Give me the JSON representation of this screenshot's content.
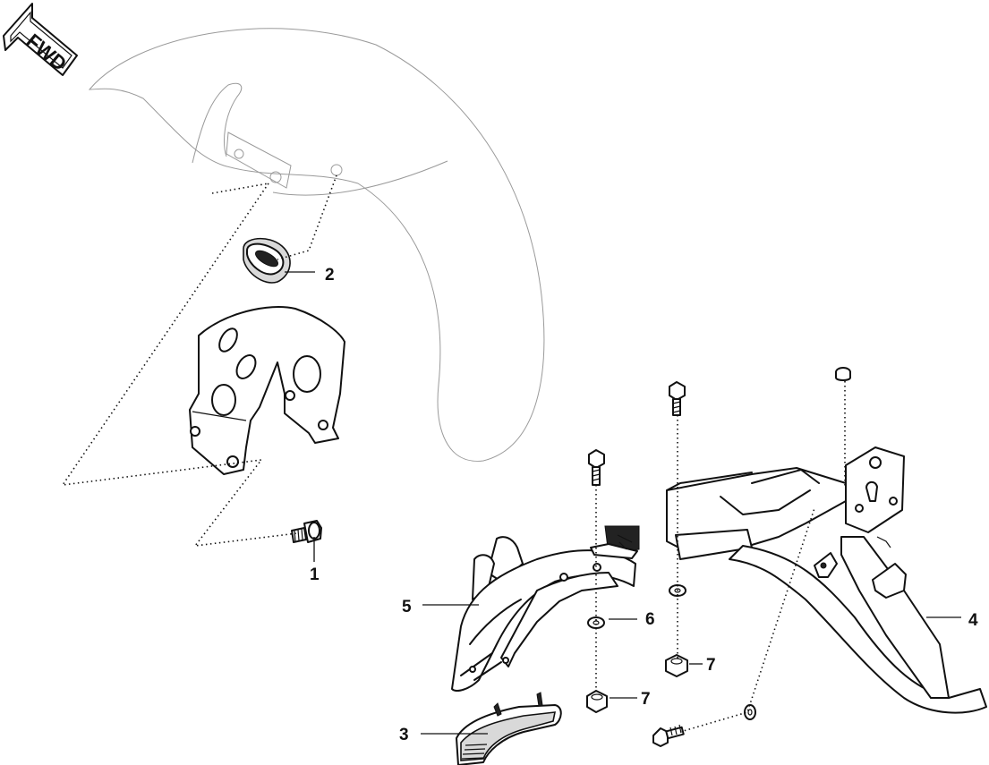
{
  "orientation": {
    "label": "FWD"
  },
  "callouts": [
    {
      "id": "1",
      "label": "1"
    },
    {
      "id": "2",
      "label": "2"
    },
    {
      "id": "3",
      "label": "3"
    },
    {
      "id": "4",
      "label": "4"
    },
    {
      "id": "5",
      "label": "5"
    },
    {
      "id": "6",
      "label": "6"
    },
    {
      "id": "7a",
      "label": "7"
    },
    {
      "id": "7b",
      "label": "7"
    }
  ]
}
